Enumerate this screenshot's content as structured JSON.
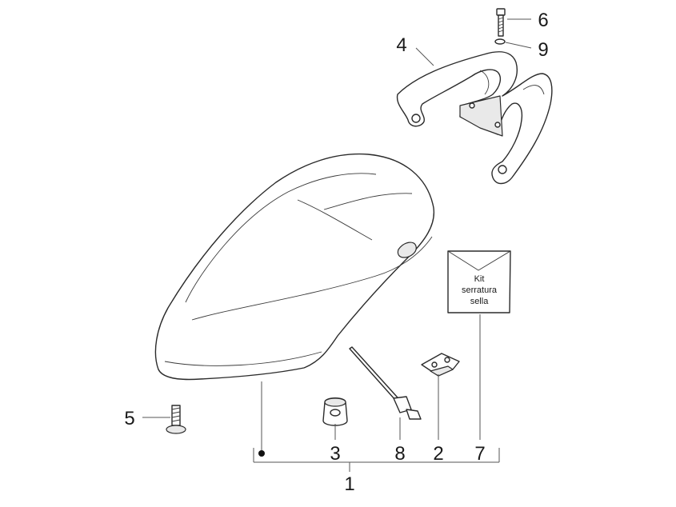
{
  "callouts": {
    "c1": "1",
    "c2": "2",
    "c3": "3",
    "c4": "4",
    "c5": "5",
    "c6": "6",
    "c7": "7",
    "c8": "8",
    "c9": "9"
  },
  "kit_bag": {
    "line1": "Kit",
    "line2": "serratura",
    "line3": "sella"
  },
  "colors": {
    "line": "#2b2b2b",
    "leader": "#555555",
    "text": "#1a1a1a"
  }
}
